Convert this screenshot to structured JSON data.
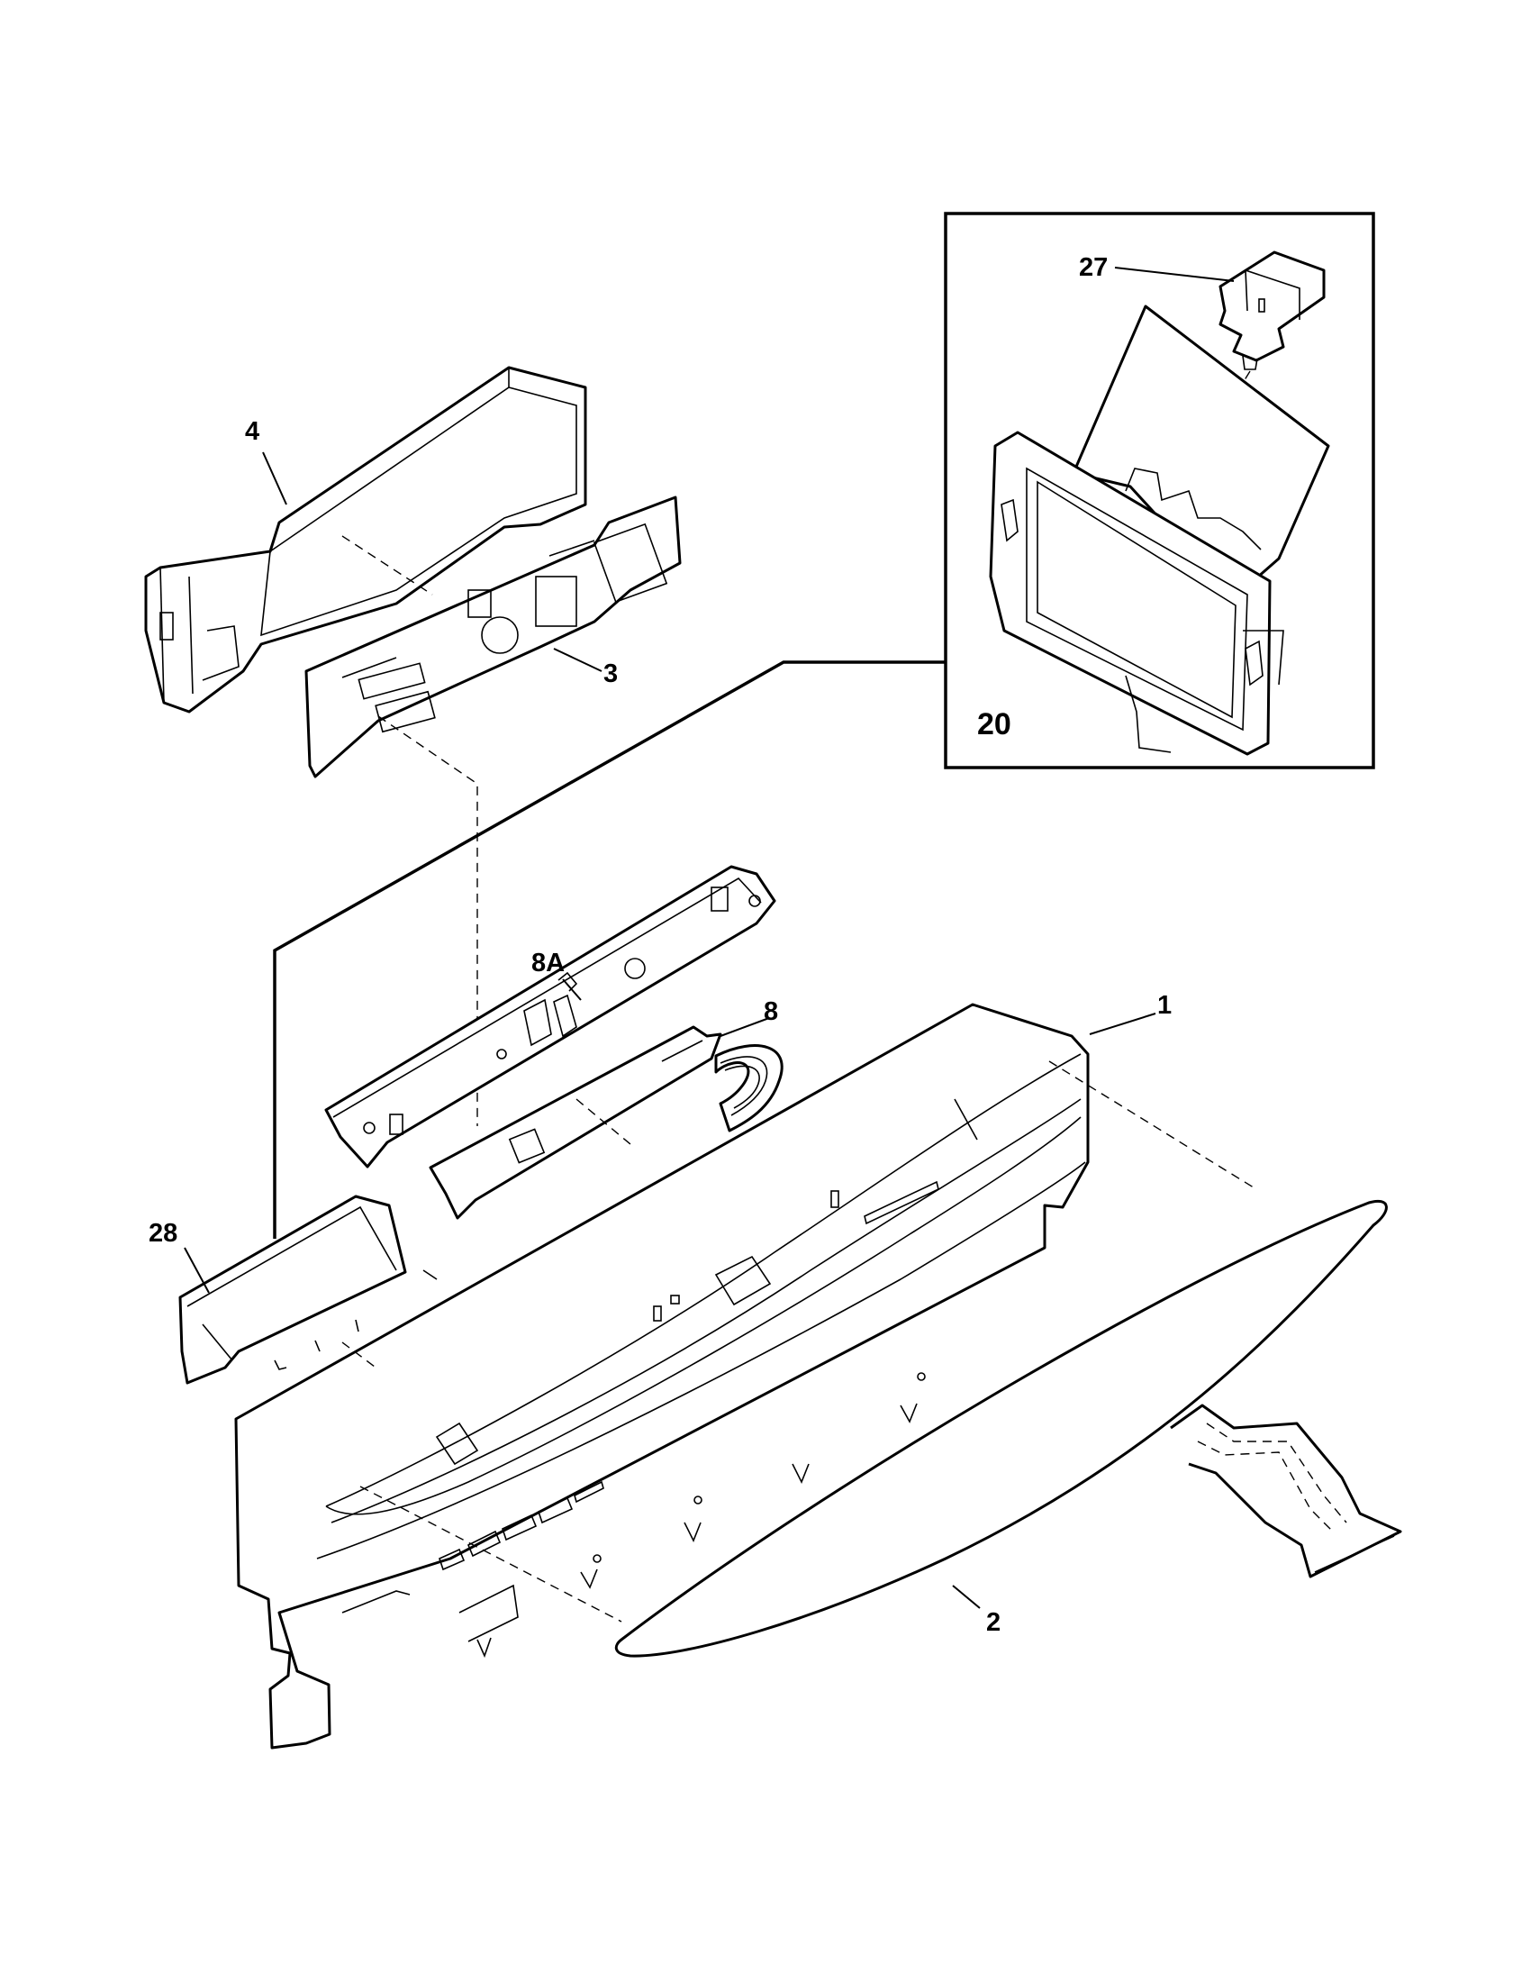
{
  "diagram": {
    "callouts": {
      "housing": "4",
      "control_board": "3",
      "inset_box": "20",
      "inset_part": "27",
      "bracket": "8A",
      "ribbon_board": "8",
      "console": "1",
      "cover": "28",
      "overlay": "2"
    },
    "colors": {
      "line": "#000000",
      "background": "#ffffff"
    }
  }
}
